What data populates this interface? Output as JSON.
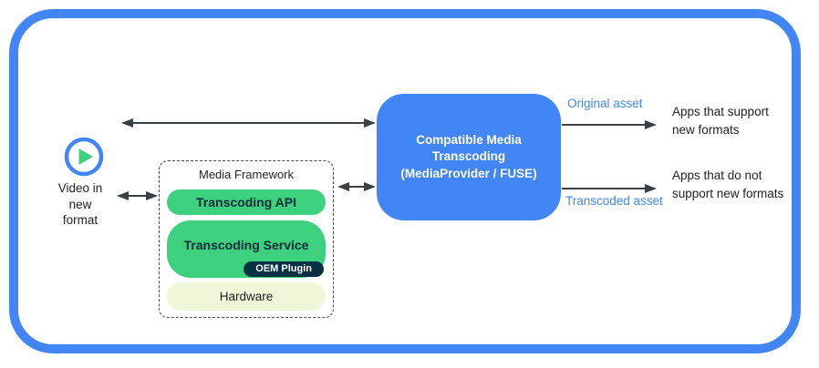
{
  "colors": {
    "accent_blue": "#4285F4",
    "pill_green": "#3DD17F",
    "oem_navy": "#073042",
    "hardware_cream": "#EFF7D8",
    "arrow_gray": "#3C4043"
  },
  "source": {
    "icon": "play-circle-icon",
    "label": "Video in\nnew\nformat"
  },
  "framework": {
    "title": "Media Framework",
    "api": "Transcoding API",
    "service": "Transcoding Service",
    "oem": "OEM Plugin",
    "hardware": "Hardware"
  },
  "transcoder": {
    "label": "Compatible Media\nTranscoding\n(MediaProvider / FUSE)"
  },
  "outputs": {
    "original": {
      "asset_label": "Original asset",
      "target": "Apps that support\nnew formats"
    },
    "transcoded": {
      "asset_label": "Transcoded asset",
      "target": "Apps that do not\nsupport new formats"
    }
  }
}
